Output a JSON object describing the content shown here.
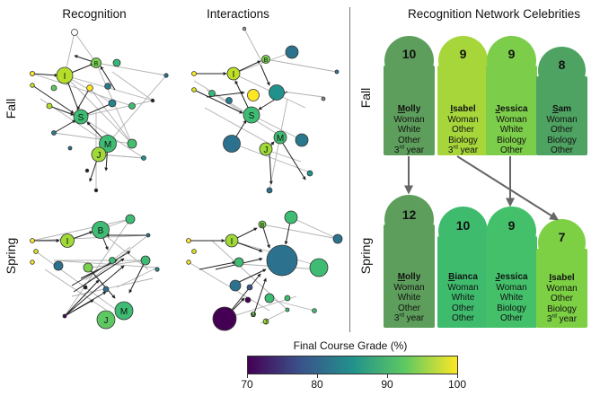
{
  "column_titles": {
    "recognition": "Recognition",
    "interactions": "Interactions",
    "celebrities": "Recognition Network Celebrities"
  },
  "row_labels": {
    "fall": "Fall",
    "spring": "Spring"
  },
  "networks": {
    "fall_recognition": {
      "labels": [
        "I",
        "B",
        "S",
        "M",
        "J"
      ]
    },
    "fall_interactions": {
      "labels": [
        "I",
        "B",
        "S",
        "M",
        "J"
      ]
    },
    "spring_recognition": {
      "labels": [
        "B",
        "I",
        "M",
        "J"
      ]
    },
    "spring_interactions": {
      "labels": [
        "B",
        "I",
        "M",
        "J"
      ]
    }
  },
  "celebrities": {
    "fall": [
      {
        "score": "10",
        "initial": "M",
        "rest": "olly",
        "gender": "Woman",
        "race": "White",
        "major": "Other",
        "year_num": "3",
        "year_sup": "rd",
        "year_word": " year",
        "color": "#5e9e5c"
      },
      {
        "score": "9",
        "initial": "I",
        "rest": "sabel",
        "gender": "Woman",
        "race": "Other",
        "major": "Biology",
        "year_num": "3",
        "year_sup": "rd",
        "year_word": " year",
        "color": "#a7d63b"
      },
      {
        "score": "9",
        "initial": "J",
        "rest": "essica",
        "gender": "Woman",
        "race": "White",
        "major": "Biology",
        "year_num": "",
        "year_sup": "",
        "year_word": "Other",
        "color": "#7ccd4a"
      },
      {
        "score": "8",
        "initial": "S",
        "rest": "am",
        "gender": "Woman",
        "race": "Other",
        "major": "Biology",
        "year_num": "",
        "year_sup": "",
        "year_word": "Other",
        "color": "#4ea362"
      }
    ],
    "spring": [
      {
        "score": "12",
        "initial": "M",
        "rest": "olly",
        "gender": "Woman",
        "race": "White",
        "major": "Other",
        "year_num": "3",
        "year_sup": "rd",
        "year_word": " year",
        "color": "#5e9e5c"
      },
      {
        "score": "10",
        "initial": "B",
        "rest": "ianca",
        "gender": "Woman",
        "race": "White",
        "major": "Other",
        "year_num": "",
        "year_sup": "",
        "year_word": "Other",
        "color": "#3fbb6e"
      },
      {
        "score": "9",
        "initial": "J",
        "rest": "essica",
        "gender": "Woman",
        "race": "White",
        "major": "Biology",
        "year_num": "",
        "year_sup": "",
        "year_word": "Other",
        "color": "#44c06a"
      },
      {
        "score": "7",
        "initial": "I",
        "rest": "sabel",
        "gender": "Woman",
        "race": "Other",
        "major": "Biology",
        "year_num": "3",
        "year_sup": "rd",
        "year_word": " year",
        "color": "#7dd044"
      }
    ]
  },
  "colorbar": {
    "title": "Final Course Grade (%)",
    "ticks": [
      "70",
      "80",
      "90",
      "100"
    ],
    "colors": [
      "#440154",
      "#3b528b",
      "#21918c",
      "#5ec962",
      "#fde725"
    ]
  }
}
